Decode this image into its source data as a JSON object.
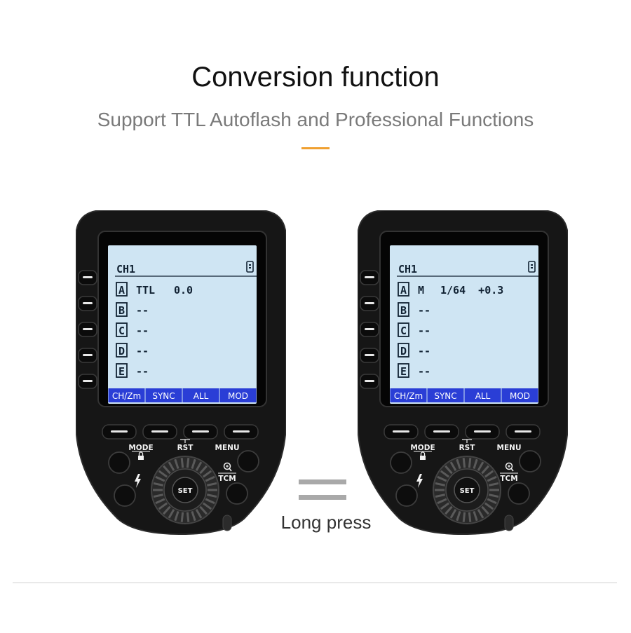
{
  "header": {
    "title": "Conversion function",
    "subtitle": "Support TTL Autoflash and Professional Functions",
    "accent_color": "#f0a030"
  },
  "devices": [
    {
      "channel": "CH1",
      "groups": [
        {
          "letter": "A",
          "mode": "TTL",
          "value": "0.0"
        },
        {
          "letter": "B",
          "mode": "--",
          "value": ""
        },
        {
          "letter": "C",
          "mode": "--",
          "value": ""
        },
        {
          "letter": "D",
          "mode": "--",
          "value": ""
        },
        {
          "letter": "E",
          "mode": "--",
          "value": ""
        }
      ],
      "softkeys": [
        "CH/Zm",
        "SYNC",
        "ALL",
        "MOD"
      ]
    },
    {
      "channel": "CH1",
      "groups": [
        {
          "letter": "A",
          "mode": "M",
          "value": "1/64  +0.3"
        },
        {
          "letter": "B",
          "mode": "--",
          "value": ""
        },
        {
          "letter": "C",
          "mode": "--",
          "value": ""
        },
        {
          "letter": "D",
          "mode": "--",
          "value": ""
        },
        {
          "letter": "E",
          "mode": "--",
          "value": ""
        }
      ],
      "softkeys": [
        "CH/Zm",
        "SYNC",
        "ALL",
        "MOD"
      ]
    }
  ],
  "button_labels": {
    "mode": "MODE",
    "rst": "RST",
    "menu": "MENU",
    "tcm": "TCM",
    "set": "SET"
  },
  "equivalence": {
    "label": "Long press"
  },
  "colors": {
    "screen_bg": "#cfe5f3",
    "softkey_bar": "#2a3ed6",
    "body": "#161616"
  }
}
